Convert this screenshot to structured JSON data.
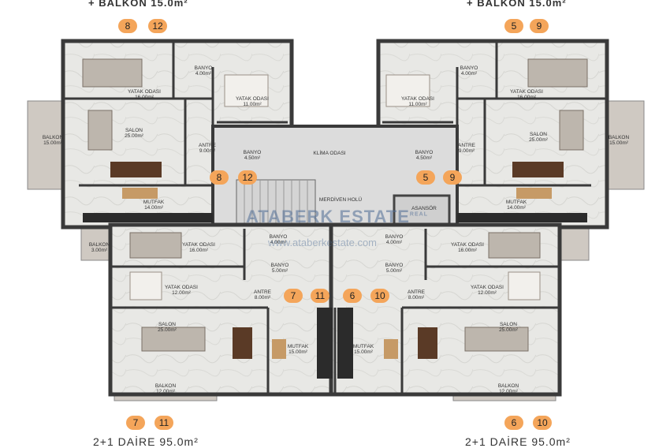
{
  "headers": {
    "top_left": "+ BALKON 15.0m²",
    "top_right": "+ BALKON 15.0m²",
    "bottom_left": "2+1 DAİRE 95.0m²",
    "bottom_right": "2+1 DAİRE 95.0m²"
  },
  "badges": {
    "tl": [
      "8",
      "12"
    ],
    "tr": [
      "5",
      "9"
    ],
    "cl": [
      "8",
      "12"
    ],
    "cr": [
      "5",
      "9"
    ],
    "ml": [
      "7",
      "11"
    ],
    "mr": [
      "6",
      "10"
    ],
    "bl": [
      "7",
      "11"
    ],
    "br": [
      "6",
      "10"
    ]
  },
  "watermark": {
    "brand": "ATABERK ESTATE",
    "brand_sup": "REAL",
    "url": "www.ataberkestate.com"
  },
  "colors": {
    "wall": "#3a3a3a",
    "floor": "#e6e6e2",
    "balcony": "#cfc9c2",
    "badge": "#f4a55a",
    "wood": "#5a3a26"
  },
  "rooms": [
    {
      "name": "BANYO",
      "area": "4.00m²"
    },
    {
      "name": "YATAK ODASI",
      "area": "16.00m²"
    },
    {
      "name": "YATAK ODASI",
      "area": "11.00m²"
    },
    {
      "name": "SALON",
      "area": "25.00m²"
    },
    {
      "name": "BALKON",
      "area": "15.00m²"
    },
    {
      "name": "ANTRE",
      "area": "9.00m²"
    },
    {
      "name": "BANYO",
      "area": "4.50m²"
    },
    {
      "name": "KLİMA ODASI",
      "area": ""
    },
    {
      "name": "MUTFAK",
      "area": "14.00m²"
    },
    {
      "name": "MERDİVEN HOLÜ",
      "area": ""
    },
    {
      "name": "ASANSÖR",
      "area": ""
    },
    {
      "name": "BANYO",
      "area": "4.50m²"
    },
    {
      "name": "ANTRE",
      "area": "9.00m²"
    },
    {
      "name": "YATAK ODASI",
      "area": "11.00m²"
    },
    {
      "name": "BANYO",
      "area": "4.00m²"
    },
    {
      "name": "YATAK ODASI",
      "area": "16.00m²"
    },
    {
      "name": "SALON",
      "area": "25.00m²"
    },
    {
      "name": "BALKON",
      "area": "15.00m²"
    },
    {
      "name": "MUTFAK",
      "area": "14.00m²"
    },
    {
      "name": "BALKON",
      "area": "3.00m²"
    },
    {
      "name": "YATAK ODASI",
      "area": "16.00m²"
    },
    {
      "name": "BANYO",
      "area": "4.00m²"
    },
    {
      "name": "BANYO",
      "area": "5.00m²"
    },
    {
      "name": "YATAK ODASI",
      "area": "12.00m²"
    },
    {
      "name": "ANTRE",
      "area": "8.00m²"
    },
    {
      "name": "SALON",
      "area": "25.00m²"
    },
    {
      "name": "MUTFAK",
      "area": "15.00m²"
    },
    {
      "name": "BALKON",
      "area": "12.00m²"
    },
    {
      "name": "BANYO",
      "area": "4.00m²"
    },
    {
      "name": "BANYO",
      "area": "5.00m²"
    },
    {
      "name": "MUTFAK",
      "area": "15.00m²"
    },
    {
      "name": "ANTRE",
      "area": "8.00m²"
    },
    {
      "name": "YATAK ODASI",
      "area": "16.00m²"
    },
    {
      "name": "YATAK ODASI",
      "area": "12.00m²"
    },
    {
      "name": "SALON",
      "area": "25.00m²"
    },
    {
      "name": "BALKON",
      "area": "12.00m²"
    }
  ]
}
